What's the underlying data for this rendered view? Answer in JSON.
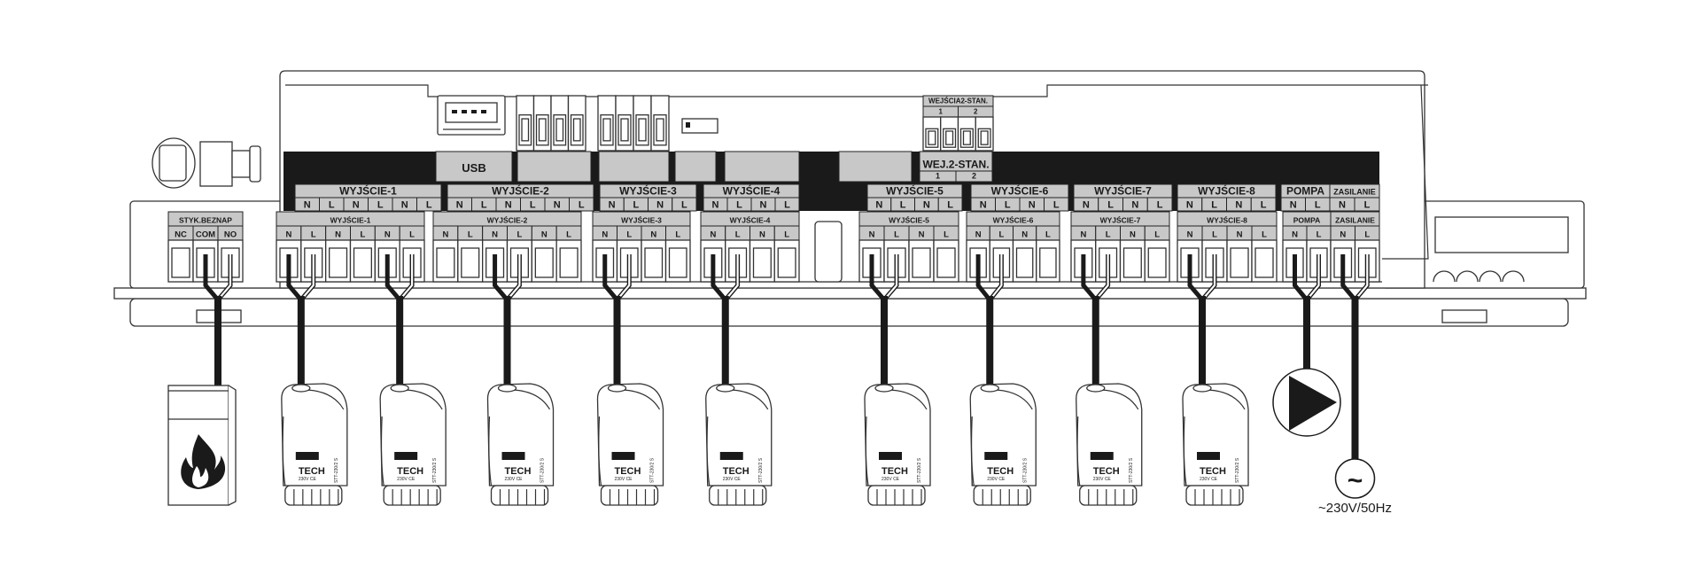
{
  "usb_label": "USB",
  "relay": {
    "label": "STYK.BEZNAP",
    "terminals": [
      "NC",
      "COM",
      "NO"
    ]
  },
  "outputs": [
    {
      "label": "WYJŚCIE-1",
      "terminals": [
        "N",
        "L",
        "N",
        "L",
        "N",
        "L"
      ]
    },
    {
      "label": "WYJŚCIE-2",
      "terminals": [
        "N",
        "L",
        "N",
        "L",
        "N",
        "L"
      ]
    },
    {
      "label": "WYJŚCIE-3",
      "terminals": [
        "N",
        "L",
        "N",
        "L"
      ]
    },
    {
      "label": "WYJŚCIE-4",
      "terminals": [
        "N",
        "L",
        "N",
        "L"
      ]
    },
    {
      "label": "WYJŚCIE-5",
      "terminals": [
        "N",
        "L",
        "N",
        "L"
      ]
    },
    {
      "label": "WYJŚCIE-6",
      "terminals": [
        "N",
        "L",
        "N",
        "L"
      ]
    },
    {
      "label": "WYJŚCIE-7",
      "terminals": [
        "N",
        "L",
        "N",
        "L"
      ]
    },
    {
      "label": "WYJŚCIE-8",
      "terminals": [
        "N",
        "L",
        "N",
        "L"
      ]
    },
    {
      "label": "POMPA",
      "terminals": [
        "N",
        "L"
      ]
    },
    {
      "label": "ZASILANIE",
      "terminals": [
        "N",
        "L"
      ]
    }
  ],
  "inputs_panel": {
    "label": "WEJ.2-STAN.",
    "terminals": [
      "1",
      "2"
    ]
  },
  "inputs_block": {
    "label": "WEJŚCIA2-STAN.",
    "terminals": [
      "1",
      "2"
    ]
  },
  "actuator": {
    "brand": "TECH",
    "voltage": "230V CE",
    "model": "STT-230/2 S"
  },
  "power_supply": {
    "symbol": "~",
    "label": "~230V/50Hz"
  },
  "colors": {
    "panel_gray": "#c8c8c8",
    "band_black": "#1a1a1a"
  }
}
